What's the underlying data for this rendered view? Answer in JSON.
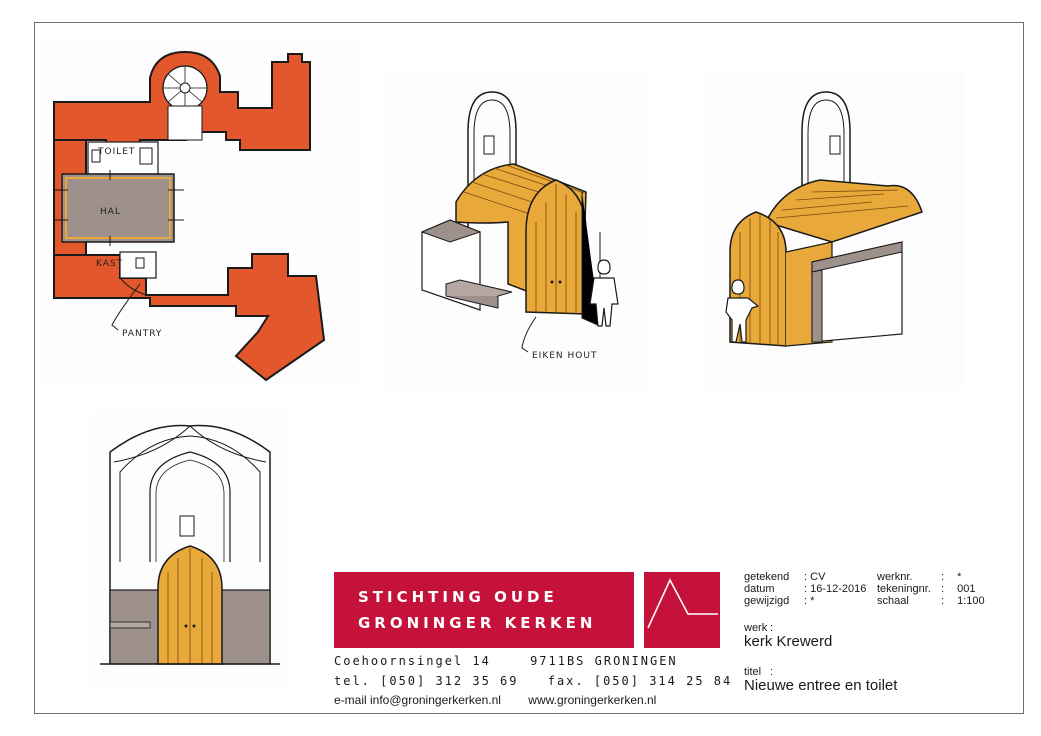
{
  "plan_labels": {
    "toilet": "TOILET",
    "hal": "HAL",
    "kast": "KAST",
    "pantry": "PANTRY"
  },
  "iso_label": "EIKEN HOUT",
  "logo": {
    "line1": "STICHTING OUDE",
    "line2": "GRONINGER KERKEN"
  },
  "contact": {
    "street": "Coehoornsingel 14",
    "postal": "9711BS GRONINGEN",
    "tel": "tel. [050] 312 35 69",
    "fax": "fax. [050] 314 25 84",
    "email": "e-mail info@groningerkerken.nl",
    "web": "www.groningerkerken.nl"
  },
  "titleblock": {
    "getekend_label": "getekend",
    "getekend_value": "CV",
    "datum_label": "datum",
    "datum_value": "16-12-2016",
    "gewijzigd_label": "gewijzigd",
    "gewijzigd_value": "*",
    "werknr_label": "werknr.",
    "werknr_value": "*",
    "tekeningnr_label": "tekeningnr.",
    "tekeningnr_value": "001",
    "schaal_label": "schaal",
    "schaal_value": "1:100",
    "werk_label": "werk",
    "werk_value": "kerk Krewerd",
    "titel_label": "titel",
    "titel_value": "Nieuwe entree en toilet"
  },
  "colors": {
    "brand": "#c4123a",
    "wall": "#e2572b",
    "wood": "#e8a93a",
    "stone": "#9e908a",
    "line": "#1a1a1a"
  }
}
